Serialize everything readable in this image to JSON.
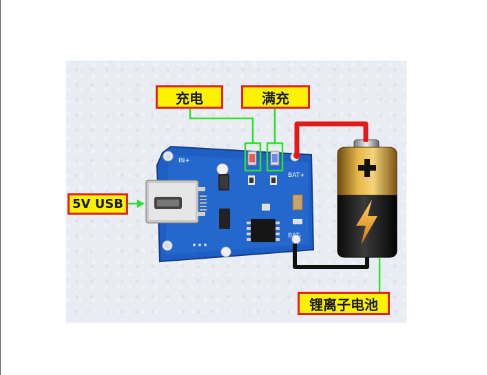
{
  "labels": {
    "charging": "充电",
    "full": "满充",
    "usb_input": "5V USB",
    "battery": "锂离子电池"
  },
  "board_marks": {
    "in_plus": "IN+",
    "bat_plus": "BAT+",
    "bat_minus": "BAT-"
  },
  "colors": {
    "label_fill": "#fff200",
    "label_border": "#e2231a",
    "green_wire": "#2fe02f",
    "red_wire": "#e21a1a",
    "black_wire": "#111111",
    "pcb_blue": "#1f5fc4"
  },
  "icons": {
    "battery_plus": "plus-sign",
    "battery_bolt": "lightning-bolt"
  }
}
